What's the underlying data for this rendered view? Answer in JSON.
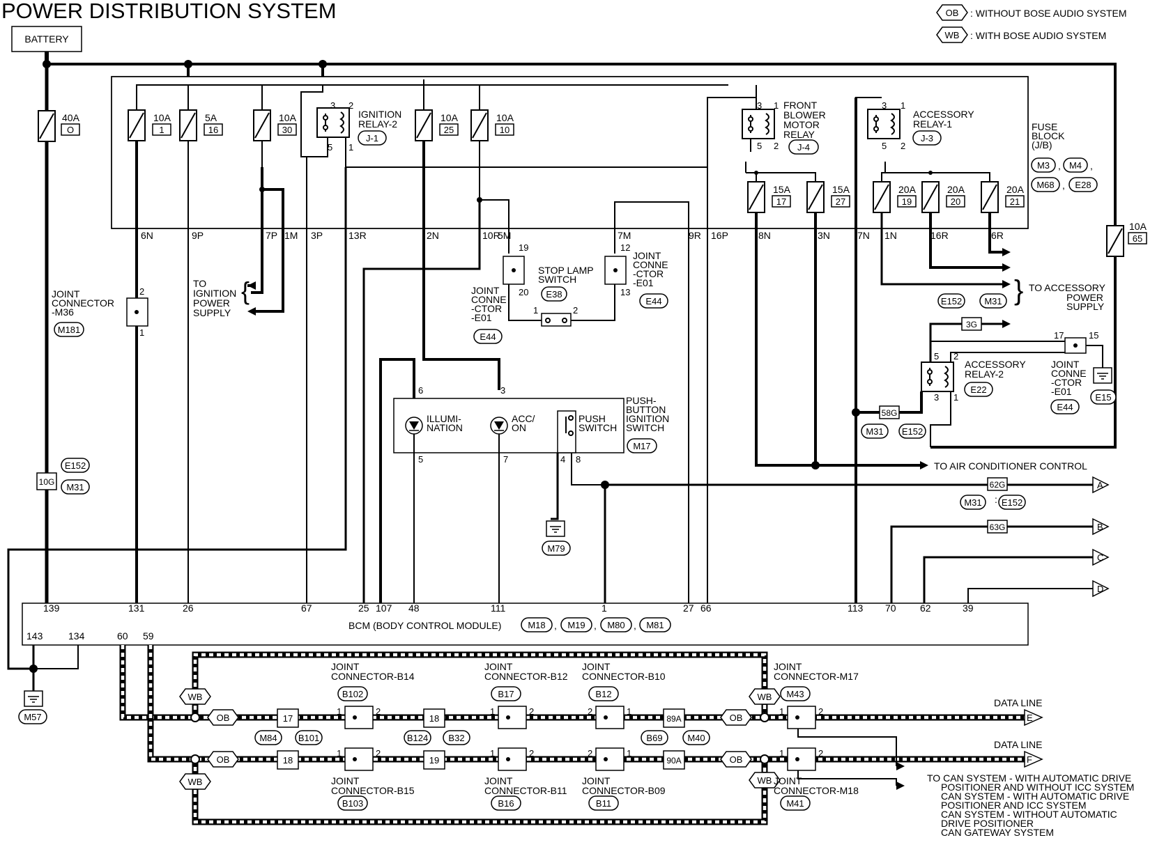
{
  "title": "POWER DISTRIBUTION SYSTEM",
  "battery": "BATTERY",
  "legend": [
    {
      "code": "OB",
      "text": ": WITHOUT BOSE AUDIO SYSTEM"
    },
    {
      "code": "WB",
      "text": ": WITH BOSE AUDIO SYSTEM"
    }
  ],
  "fuse_block": {
    "label": [
      "FUSE",
      "BLOCK",
      "(J/B)"
    ],
    "connectors": [
      "M3",
      "M4",
      "M68",
      "E28"
    ]
  },
  "fuses": [
    {
      "rating": "40A",
      "id": "O"
    },
    {
      "rating": "10A",
      "id": "1"
    },
    {
      "rating": "5A",
      "id": "16"
    },
    {
      "rating": "10A",
      "id": "30"
    },
    {
      "rating": "10A",
      "id": "25"
    },
    {
      "rating": "10A",
      "id": "10"
    },
    {
      "rating": "15A",
      "id": "17"
    },
    {
      "rating": "15A",
      "id": "27"
    },
    {
      "rating": "20A",
      "id": "19"
    },
    {
      "rating": "20A",
      "id": "20"
    },
    {
      "rating": "20A",
      "id": "21"
    },
    {
      "rating": "10A",
      "id": "65"
    }
  ],
  "relays": [
    {
      "name": [
        "IGNITION",
        "RELAY-2"
      ],
      "conn": "J-1",
      "pins": [
        "3",
        "2",
        "5",
        "1"
      ]
    },
    {
      "name": [
        "FRONT",
        "BLOWER",
        "MOTOR",
        "RELAY"
      ],
      "conn": "J-4",
      "pins": [
        "3",
        "1",
        "5",
        "2"
      ]
    },
    {
      "name": [
        "ACCESSORY",
        "RELAY-1"
      ],
      "conn": "J-3",
      "pins": [
        "3",
        "1",
        "5",
        "2"
      ]
    },
    {
      "name": [
        "ACCESSORY",
        "RELAY-2"
      ],
      "conn": "E22",
      "pins": [
        "5",
        "2",
        "3",
        "1"
      ]
    }
  ],
  "jb_terminals": [
    "6N",
    "9P",
    "7P",
    "1M",
    "3P",
    "13R",
    "2N",
    "10R",
    "5M",
    "7M",
    "9R",
    "16P",
    "8N",
    "3N",
    "7N",
    "1N",
    "16R",
    "6R"
  ],
  "labels": {
    "to_ignition": [
      "TO",
      "IGNITION",
      "POWER",
      "SUPPLY"
    ],
    "to_accessory": [
      "TO ACCESSORY",
      "POWER",
      "SUPPLY"
    ],
    "to_ac": "TO AIR CONDITIONER CONTROL",
    "stop_lamp": [
      "STOP LAMP",
      "SWITCH"
    ],
    "stop_lamp_conn": "E38",
    "joint_m36": [
      "JOINT",
      "CONNECTOR",
      "-M36"
    ],
    "joint_m36_conn": "M181",
    "joint_e01": [
      "JOINT",
      "CONNE",
      "-CTOR",
      "-E01"
    ],
    "push_button": [
      "PUSH-",
      "BUTTON",
      "IGNITION",
      "SWITCH"
    ],
    "push_conn": "M17",
    "illumination": [
      "ILLUMI-",
      "NATION"
    ],
    "acc_on": [
      "ACC/",
      "ON"
    ],
    "push_switch": [
      "PUSH",
      "SWITCH"
    ],
    "bcm": "BCM (BODY CONTROL MODULE)",
    "bcm_conns": [
      "M18",
      "M19",
      "M80",
      "M81"
    ],
    "data_line": "DATA LINE",
    "to_can": [
      "TO CAN SYSTEM - WITH AUTOMATIC DRIVE",
      "POSITIONER AND WITHOUT ICC SYSTEM",
      "CAN SYSTEM - WITH AUTOMATIC DRIVE",
      "POSITIONER AND ICC SYSTEM",
      "CAN SYSTEM - WITHOUT AUTOMATIC",
      "DRIVE POSITIONER",
      "CAN GATEWAY SYSTEM"
    ]
  },
  "connectors_small": {
    "c10G": "10G",
    "c3G": "3G",
    "c58G": "58G",
    "c62G": "62G",
    "c63G": "63G",
    "E152": "E152",
    "M31": "M31",
    "E44": "E44",
    "E15": "E15",
    "M79": "M79",
    "M57": "M57"
  },
  "bcm_pins": [
    "139",
    "131",
    "26",
    "67",
    "25",
    "107",
    "48",
    "111",
    "1",
    "27",
    "66",
    "113",
    "70",
    "62",
    "39",
    "143",
    "134",
    "60",
    "59"
  ],
  "joint_connectors": [
    {
      "name": [
        "JOINT",
        "CONNECTOR-B14"
      ],
      "conn": "B102"
    },
    {
      "name": [
        "JOINT",
        "CONNECTOR-B12"
      ],
      "conn": "B17"
    },
    {
      "name": [
        "JOINT",
        "CONNECTOR-B10"
      ],
      "conn": "B12"
    },
    {
      "name": [
        "JOINT",
        "CONNECTOR-M17"
      ],
      "conn": "M43"
    },
    {
      "name": [
        "JOINT",
        "CONNECTOR-B15"
      ],
      "conn": "B103"
    },
    {
      "name": [
        "JOINT",
        "CONNECTOR-B11"
      ],
      "conn": "B16"
    },
    {
      "name": [
        "JOINT",
        "CONNECTOR-B09"
      ],
      "conn": "B11"
    },
    {
      "name": [
        "JOINT",
        "CONNECTOR-M18"
      ],
      "conn": "M41"
    }
  ],
  "can_connectors": {
    "c17": "17",
    "c18": "18",
    "c19": "19",
    "c89A": "89A",
    "c90A": "90A",
    "M84": "M84",
    "B101": "B101",
    "B124": "B124",
    "B32": "B32",
    "B69": "B69",
    "M40": "M40"
  },
  "arrows": [
    "A",
    "B",
    "C",
    "D",
    "E",
    "F"
  ],
  "codes": {
    "OB": "OB",
    "WB": "WB"
  }
}
